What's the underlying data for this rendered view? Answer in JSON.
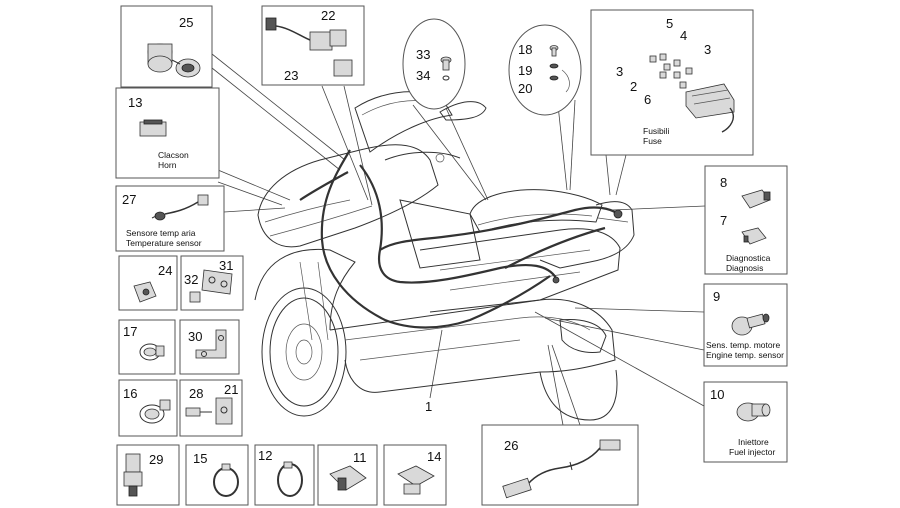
{
  "diagram": {
    "callouts": {
      "n1": "1",
      "n2": "2",
      "n3a": "3",
      "n3b": "3",
      "n4": "4",
      "n5": "5",
      "n6": "6",
      "n7": "7",
      "n8": "8",
      "n9": "9",
      "n10": "10",
      "n11": "11",
      "n12": "12",
      "n13": "13",
      "n14": "14",
      "n15": "15",
      "n16": "16",
      "n17": "17",
      "n18": "18",
      "n19": "19",
      "n20": "20",
      "n21": "21",
      "n22": "22",
      "n23": "23",
      "n24": "24",
      "n25": "25",
      "n26": "26",
      "n27": "27",
      "n28": "28",
      "n29": "29",
      "n30": "30",
      "n31": "31",
      "n32": "32",
      "n33": "33",
      "n34": "34"
    },
    "captions": {
      "horn_it": "Clacson",
      "horn_en": "Horn",
      "temp_air_it": "Sensore temp aria",
      "temp_air_en": "Temperature sensor",
      "fuse_it": "Fusibili",
      "fuse_en": "Fuse",
      "diag_it": "Diagnostica",
      "diag_en": "Diagnosis",
      "engine_temp_it": "Sens. temp. motore",
      "engine_temp_en": "Engine temp. sensor",
      "injector_it": "Iniettore",
      "injector_en": "Fuel injector"
    }
  }
}
